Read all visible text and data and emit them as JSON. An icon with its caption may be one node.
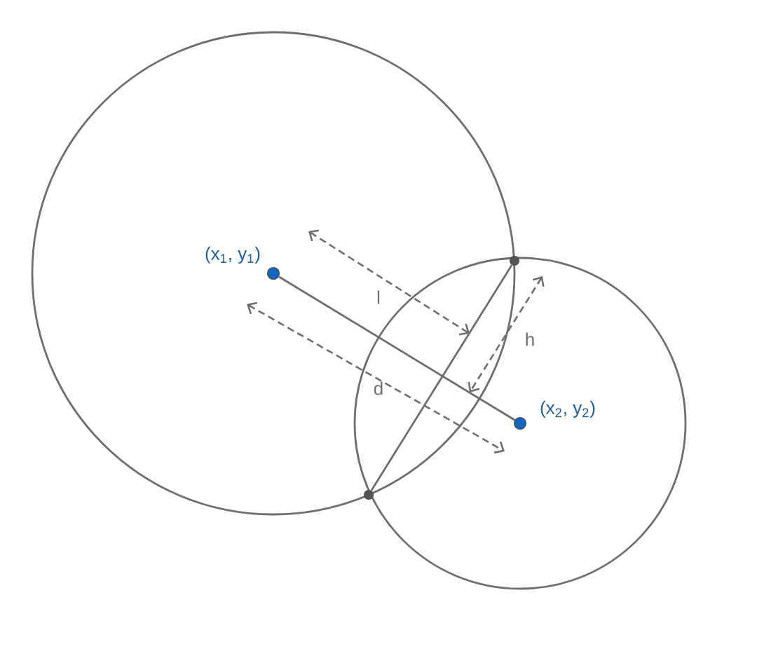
{
  "diagram": {
    "nodes": [
      {
        "text": [],
        "shape": "circle",
        "beside": [
          "(x$_{1}$, y$_{1}$)"
        ]
      },
      {
        "text": [],
        "shape": "circle",
        "beside": [
          "(x$_{2}$, y$_{2}$)"
        ]
      },
      {
        "text": [],
        "shape": "circle"
      },
      {
        "text": [],
        "shape": "circle"
      }
    ],
    "edges": [
      {
        "from": 0,
        "to": 1,
        "arrow": "none"
      },
      {
        "from": 2,
        "to": 3,
        "arrow": "none"
      }
    ],
    "labels": [
      "l",
      "h",
      "d"
    ]
  }
}
